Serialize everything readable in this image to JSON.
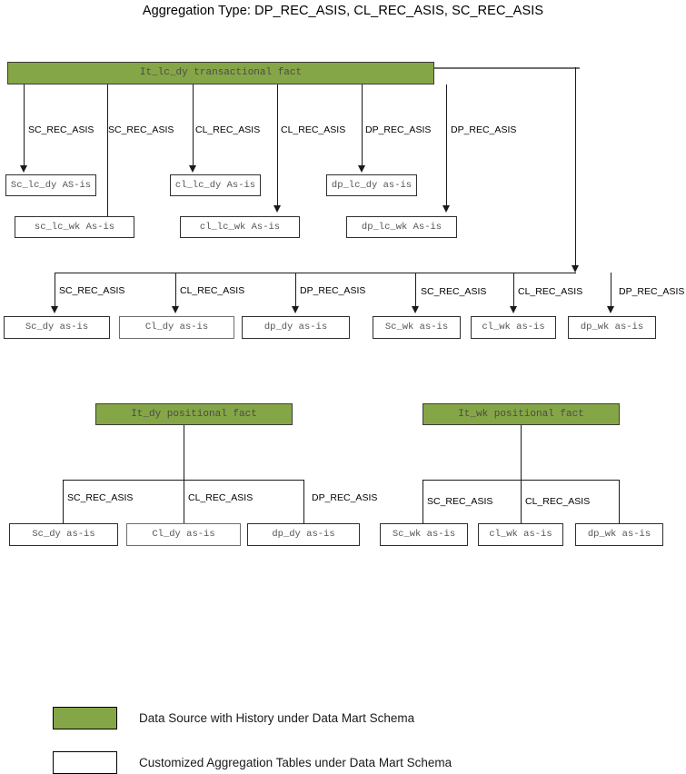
{
  "title": "Aggregation Type: DP_REC_ASIS, CL_REC_ASIS, SC_REC_ASIS",
  "colors": {
    "source_green": "#85a647",
    "line": "#1a1a1a",
    "box_border": "#2f2f2f",
    "box_text": "#555555",
    "background": "#ffffff"
  },
  "sections": {
    "transactional": {
      "source": {
        "label": "It_lc_dy transactional fact",
        "type": "green"
      },
      "edge_labels_row1": [
        "SC_REC_ASIS",
        "SC_REC_ASIS",
        "CL_REC_ASIS",
        "CL_REC_ASIS",
        "DP_REC_ASIS",
        "DP_REC_ASIS"
      ],
      "targets_dy": [
        {
          "label": "Sc_lc_dy AS-is"
        },
        {
          "label": "cl_lc_dy As-is"
        },
        {
          "label": "dp_lc_dy as-is"
        }
      ],
      "targets_wk": [
        {
          "label": "sc_lc_wk As-is"
        },
        {
          "label": "cl_lc_wk As-is"
        },
        {
          "label": "dp_lc_wk As-is"
        }
      ],
      "bus_labels": [
        "SC_REC_ASIS",
        "CL_REC_ASIS",
        "DP_REC_ASIS",
        "SC_REC_ASIS",
        "CL_REC_ASIS",
        "DP_REC_ASIS"
      ],
      "bus_targets": [
        {
          "label": "Sc_dy as-is"
        },
        {
          "label": "Cl_dy as-is"
        },
        {
          "label": "dp_dy as-is"
        },
        {
          "label": "Sc_wk as-is"
        },
        {
          "label": "cl_wk as-is"
        },
        {
          "label": "dp_wk as-is"
        }
      ]
    },
    "positional_dy": {
      "source": {
        "label": "It_dy positional fact",
        "type": "green"
      },
      "edge_labels": [
        "SC_REC_ASIS",
        "CL_REC_ASIS",
        "DP_REC_ASIS"
      ],
      "targets": [
        {
          "label": "Sc_dy as-is"
        },
        {
          "label": "Cl_dy as-is"
        },
        {
          "label": "dp_dy as-is"
        }
      ]
    },
    "positional_wk": {
      "source": {
        "label": "It_wk positional fact",
        "type": "green"
      },
      "edge_labels": [
        "SC_REC_ASIS",
        "CL_REC_ASIS"
      ],
      "targets": [
        {
          "label": "Sc_wk as-is"
        },
        {
          "label": "cl_wk as-is"
        },
        {
          "label": "dp_wk as-is"
        }
      ]
    }
  },
  "legend": [
    {
      "swatch": "green",
      "text": "Data Source with History under Data Mart Schema"
    },
    {
      "swatch": "white",
      "text": "Customized Aggregation Tables under Data Mart Schema"
    }
  ]
}
